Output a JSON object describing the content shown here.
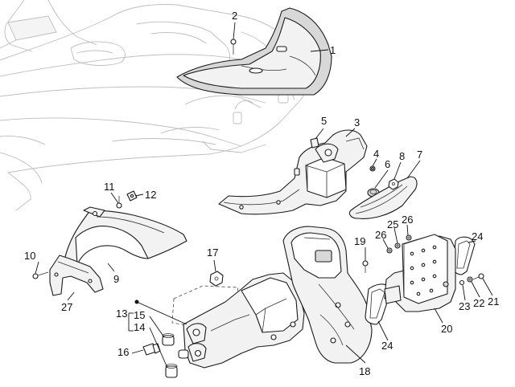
{
  "callouts": {
    "c1": "1",
    "c2": "2",
    "c3": "3",
    "c4": "4",
    "c5": "5",
    "c6": "6",
    "c7": "7",
    "c8": "8",
    "c9": "9",
    "c10": "10",
    "c11": "11",
    "c12": "12",
    "c13": "13",
    "c14": "14",
    "c15": "15",
    "c16": "16",
    "c17": "17",
    "c18": "18",
    "c19": "19",
    "c20": "20",
    "c21": "21",
    "c22": "22",
    "c23": "23",
    "c24a": "24",
    "c24b": "24",
    "c25": "25",
    "c26a": "26",
    "c26b": "26",
    "c27": "27"
  }
}
